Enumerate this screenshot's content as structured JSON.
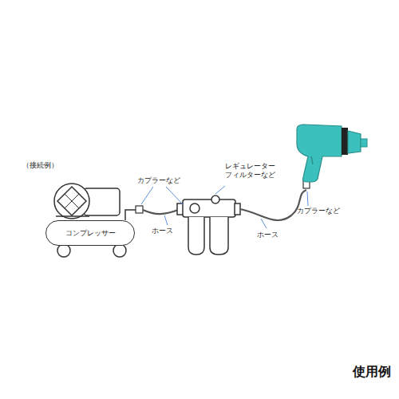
{
  "diagram": {
    "caption": "使用例",
    "nodes": [
      {
        "text": [
          "コンプレッサー"
        ]
      }
    ],
    "labels": [
      "（接続例）",
      "カプラーなど",
      "レギュレーター フィルターなど",
      "ホース",
      "ホース",
      "カプラーなど"
    ]
  }
}
